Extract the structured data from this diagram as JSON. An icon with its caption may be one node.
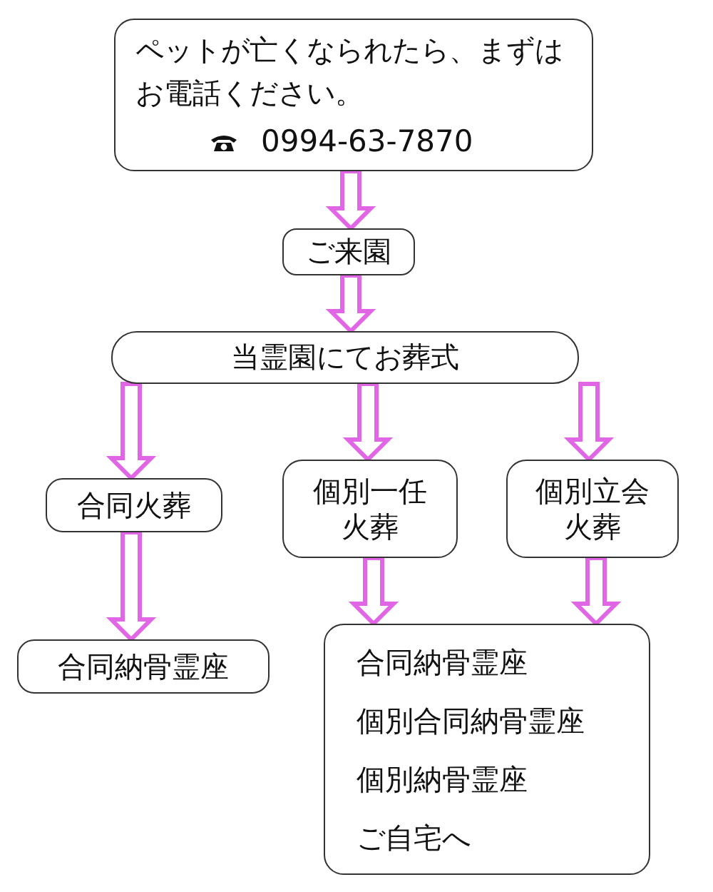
{
  "diagram": {
    "nodes": [
      {
        "text": [
          "ペットが亡くなられたら、まずはお電話ください。",
          "0994-63-7870"
        ]
      },
      {
        "text": [
          "ご来園"
        ]
      },
      {
        "text": [
          "当霊園にてお葬式"
        ]
      },
      {
        "text": [
          "合同火葬"
        ]
      },
      {
        "text": [
          "個別一任火葬"
        ]
      },
      {
        "text": [
          "個別立会火葬"
        ]
      },
      {
        "text": [
          "合同納骨霊座"
        ]
      },
      {
        "text": [
          "合同納骨霊座",
          "個別合同納骨霊座",
          "個別納骨霊座",
          "ご自宅へ"
        ]
      }
    ],
    "edges": [
      {
        "from": 0,
        "to": 1,
        "arrow": "to"
      },
      {
        "from": 1,
        "to": 2,
        "arrow": "to"
      },
      {
        "from": 2,
        "to": 3,
        "arrow": "to"
      },
      {
        "from": 2,
        "to": 4,
        "arrow": "to"
      },
      {
        "from": 2,
        "to": 5,
        "arrow": "to"
      },
      {
        "from": 3,
        "to": 6,
        "arrow": "to"
      },
      {
        "from": 4,
        "to": 7,
        "arrow": "to"
      },
      {
        "from": 5,
        "to": 7,
        "arrow": "to"
      }
    ]
  }
}
